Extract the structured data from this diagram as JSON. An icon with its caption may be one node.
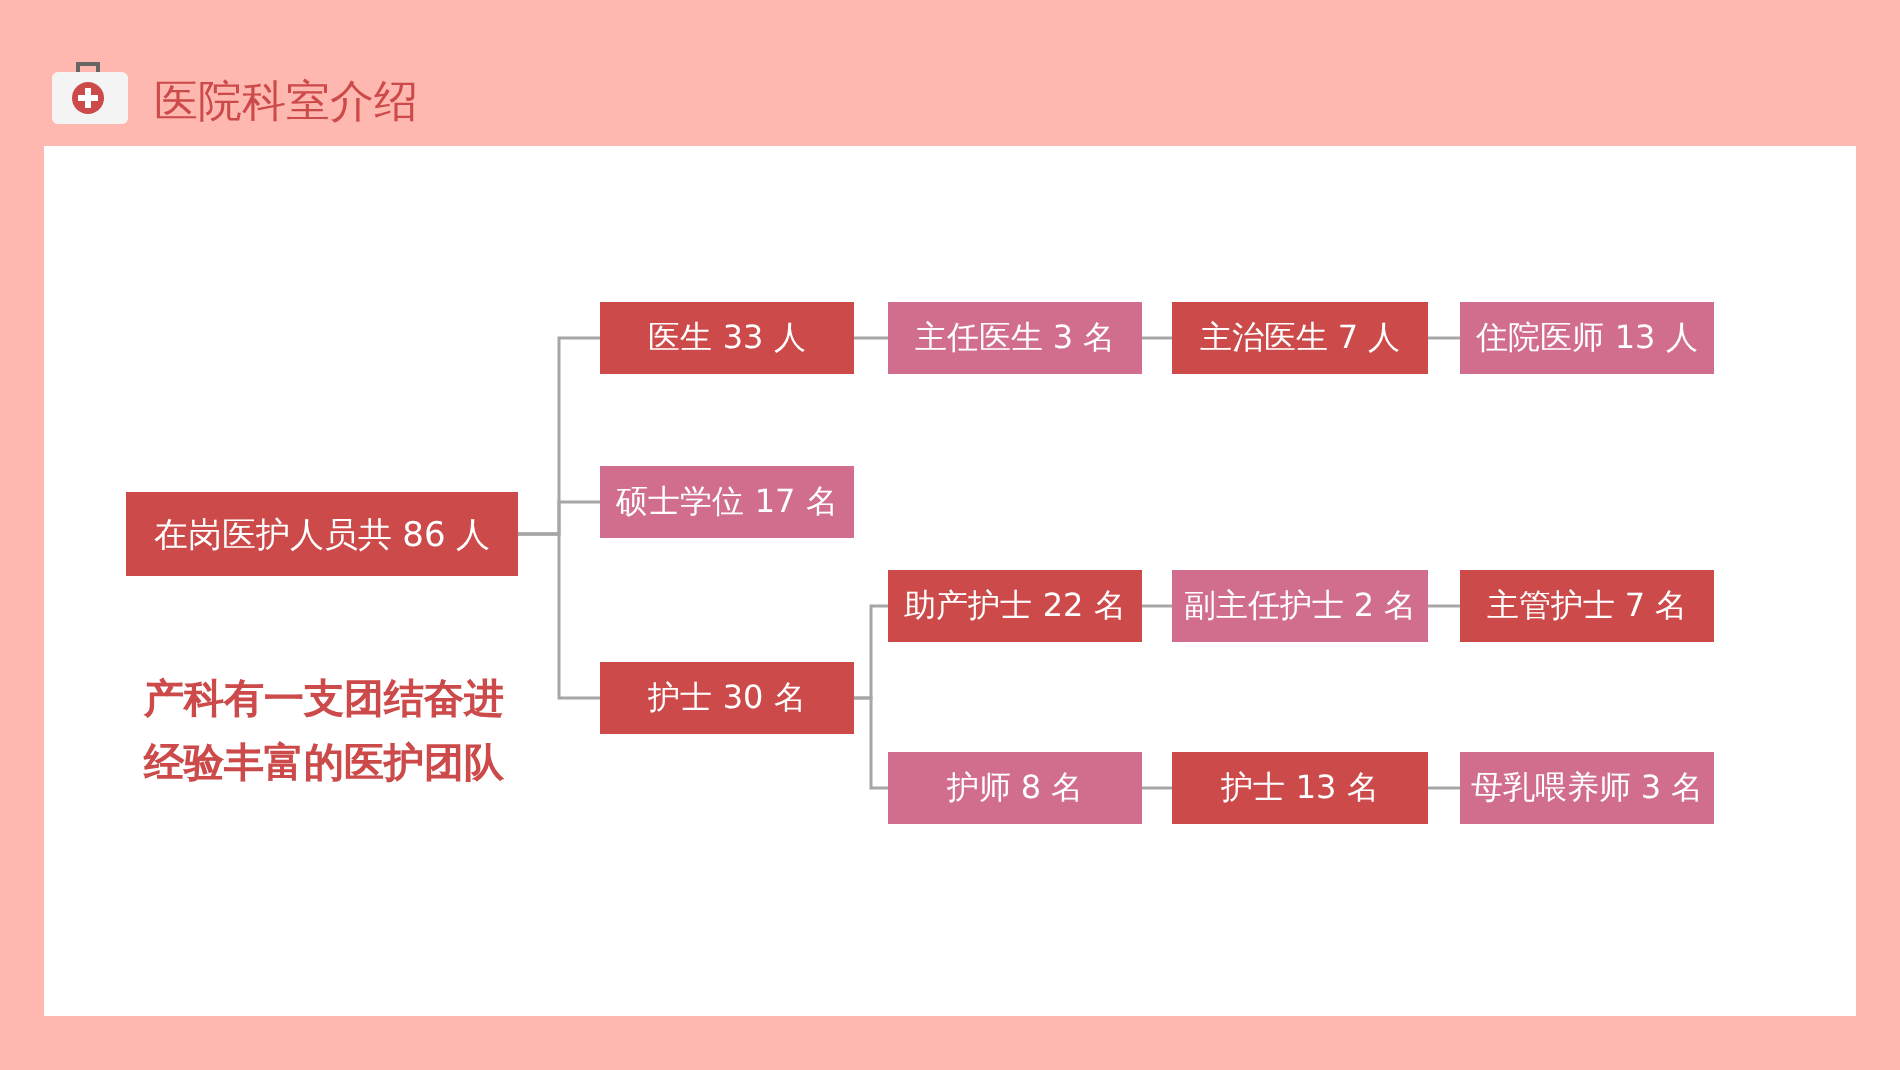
{
  "diagram": {
    "title": "医院科室介绍",
    "nodes": [
      {
        "text": [
          "在岗医护人员共 86 人"
        ]
      },
      {
        "text": [
          "医生 33 人"
        ]
      },
      {
        "text": [
          "硕士学位 17 名"
        ]
      },
      {
        "text": [
          "护士 30 名"
        ]
      },
      {
        "text": [
          "主任医生 3 名"
        ]
      },
      {
        "text": [
          "主治医生 7 人"
        ]
      },
      {
        "text": [
          "住院医师 13 人"
        ]
      },
      {
        "text": [
          "助产护士 22 名"
        ]
      },
      {
        "text": [
          "副主任护士 2 名"
        ]
      },
      {
        "text": [
          "主管护士 7 名"
        ]
      },
      {
        "text": [
          "护师 8 名"
        ]
      },
      {
        "text": [
          "护士 13 名"
        ]
      },
      {
        "text": [
          "母乳喂养师 3 名"
        ]
      }
    ],
    "edges": [
      {
        "from": 0,
        "to": 1,
        "arrow": "none"
      },
      {
        "from": 0,
        "to": 2,
        "arrow": "none"
      },
      {
        "from": 0,
        "to": 3,
        "arrow": "none"
      },
      {
        "from": 1,
        "to": 4,
        "arrow": "none"
      },
      {
        "from": 4,
        "to": 5,
        "arrow": "none"
      },
      {
        "from": 5,
        "to": 6,
        "arrow": "none"
      },
      {
        "from": 3,
        "to": 7,
        "arrow": "none"
      },
      {
        "from": 3,
        "to": 10,
        "arrow": "none"
      },
      {
        "from": 7,
        "to": 8,
        "arrow": "none"
      },
      {
        "from": 8,
        "to": 9,
        "arrow": "none"
      },
      {
        "from": 10,
        "to": 11,
        "arrow": "none"
      },
      {
        "from": 11,
        "to": 12,
        "arrow": "none"
      }
    ],
    "labels": [
      "产科有一支团结奋进经验丰富的医护团队"
    ]
  }
}
